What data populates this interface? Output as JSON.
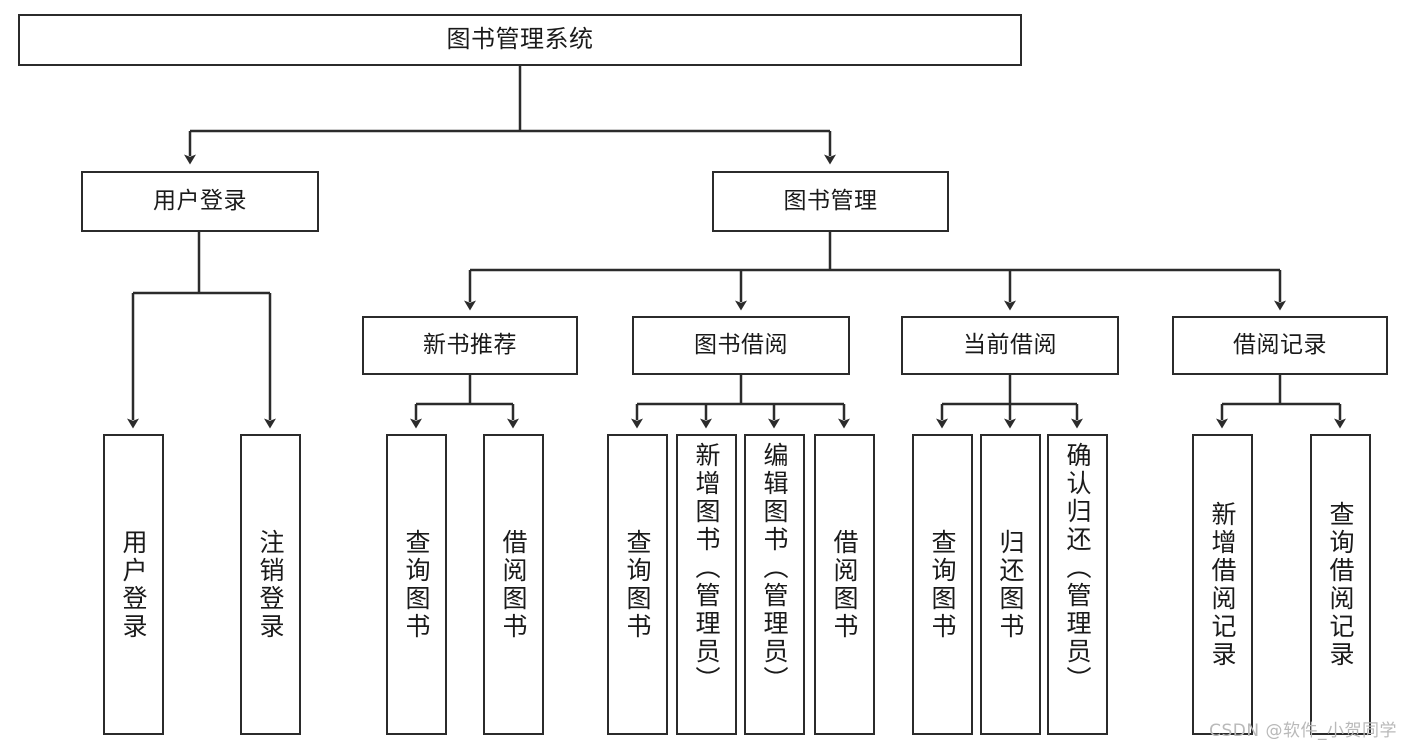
{
  "diagram": {
    "title": "图书管理系统",
    "watermark": "CSDN @软件_小贺同学",
    "type": "tree-hierarchy-diagram",
    "colors": {
      "stroke": "#2b2b2b",
      "fill": "#ffffff",
      "text": "#1a1a1a",
      "watermark": "#b9b9b9"
    },
    "levels": {
      "level1": [
        "图书管理系统"
      ],
      "level2": [
        "用户登录",
        "图书管理"
      ],
      "level3": [
        "新书推荐",
        "图书借阅",
        "当前借阅",
        "借阅记录"
      ],
      "level4_leaves": [
        "用户登录",
        "注销登录",
        "查询图书",
        "借阅图书",
        "查询图书",
        "新增图书（管理员）",
        "编辑图书（管理员）",
        "借阅图书",
        "查询图书",
        "归还图书",
        "确认归还（管理员）",
        "新增借阅记录",
        "查询借阅记录"
      ]
    },
    "nodes": {
      "root": {
        "label": "图书管理系统"
      },
      "user_login": {
        "label": "用户登录"
      },
      "book_manage": {
        "label": "图书管理"
      },
      "new_book_rec": {
        "label": "新书推荐"
      },
      "book_borrow": {
        "label": "图书借阅"
      },
      "current_borrow": {
        "label": "当前借阅"
      },
      "borrow_record": {
        "label": "借阅记录"
      },
      "leaf_user_login": {
        "label": "用户登录"
      },
      "leaf_user_logout": {
        "label": "注销登录"
      },
      "leaf_rec_query": {
        "label": "查询图书"
      },
      "leaf_rec_borrow": {
        "label": "借阅图书"
      },
      "leaf_borrow_query": {
        "label": "查询图书"
      },
      "leaf_borrow_add": {
        "label": "新增图书（管理员）"
      },
      "leaf_borrow_edit": {
        "label": "编辑图书（管理员）"
      },
      "leaf_borrow_lend": {
        "label": "借阅图书"
      },
      "leaf_cur_query": {
        "label": "查询图书"
      },
      "leaf_cur_return": {
        "label": "归还图书"
      },
      "leaf_cur_confirm": {
        "label": "确认归还（管理员）"
      },
      "leaf_rec_add": {
        "label": "新增借阅记录"
      },
      "leaf_rec_query2": {
        "label": "查询借阅记录"
      }
    }
  }
}
